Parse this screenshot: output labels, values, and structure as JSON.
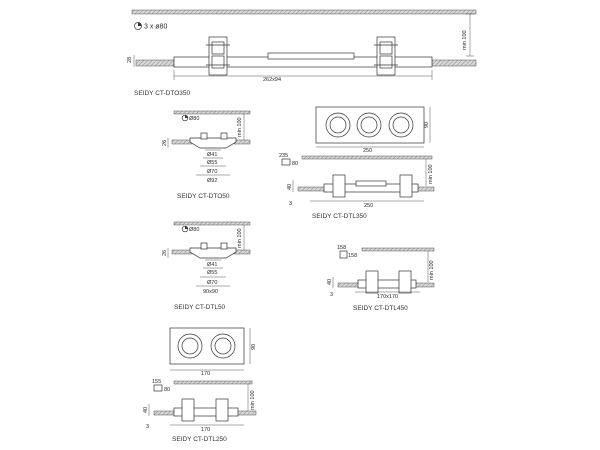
{
  "main": {
    "holes_label": "3 x ø80",
    "depth_label": "min 100",
    "thickness_label": "28",
    "cutout_label": "262x94",
    "title": "SEIDY CT-DTO350"
  },
  "dto50": {
    "hole_label": "Ø80",
    "depth_label": "min 100",
    "height_label": "26",
    "dims": [
      "Ø41",
      "Ø55",
      "Ø70",
      "Ø92"
    ],
    "title": "SEIDY CT-DTO50"
  },
  "dtl350": {
    "top_height": "90",
    "top_width": "250",
    "cut_w": "235",
    "cut_h": "80",
    "depth_label": "min 100",
    "side_h1": "40",
    "side_h2": "3",
    "bottom_width": "250",
    "title": "SEIDY CT-DTL350"
  },
  "dtl50": {
    "hole_label": "Ø80",
    "depth_label": "min 100",
    "height_label": "26",
    "dims": [
      "Ø41",
      "Ø55",
      "Ø70",
      "90x90"
    ],
    "title": "SEIDY CT-DTL50"
  },
  "dtl450": {
    "cut_w": "158",
    "cut_h": "158",
    "depth_label": "min 100",
    "side_h1": "40",
    "side_h2": "3",
    "bottom_width": "170x170",
    "title": "SEIDY CT-DTL450"
  },
  "dtl250": {
    "top_height": "90",
    "top_width": "170",
    "cut_w": "155",
    "cut_h": "80",
    "depth_label": "min 100",
    "side_h1": "40",
    "side_h2": "3",
    "bottom_width": "170",
    "title": "SEIDY CT-DTL250"
  }
}
